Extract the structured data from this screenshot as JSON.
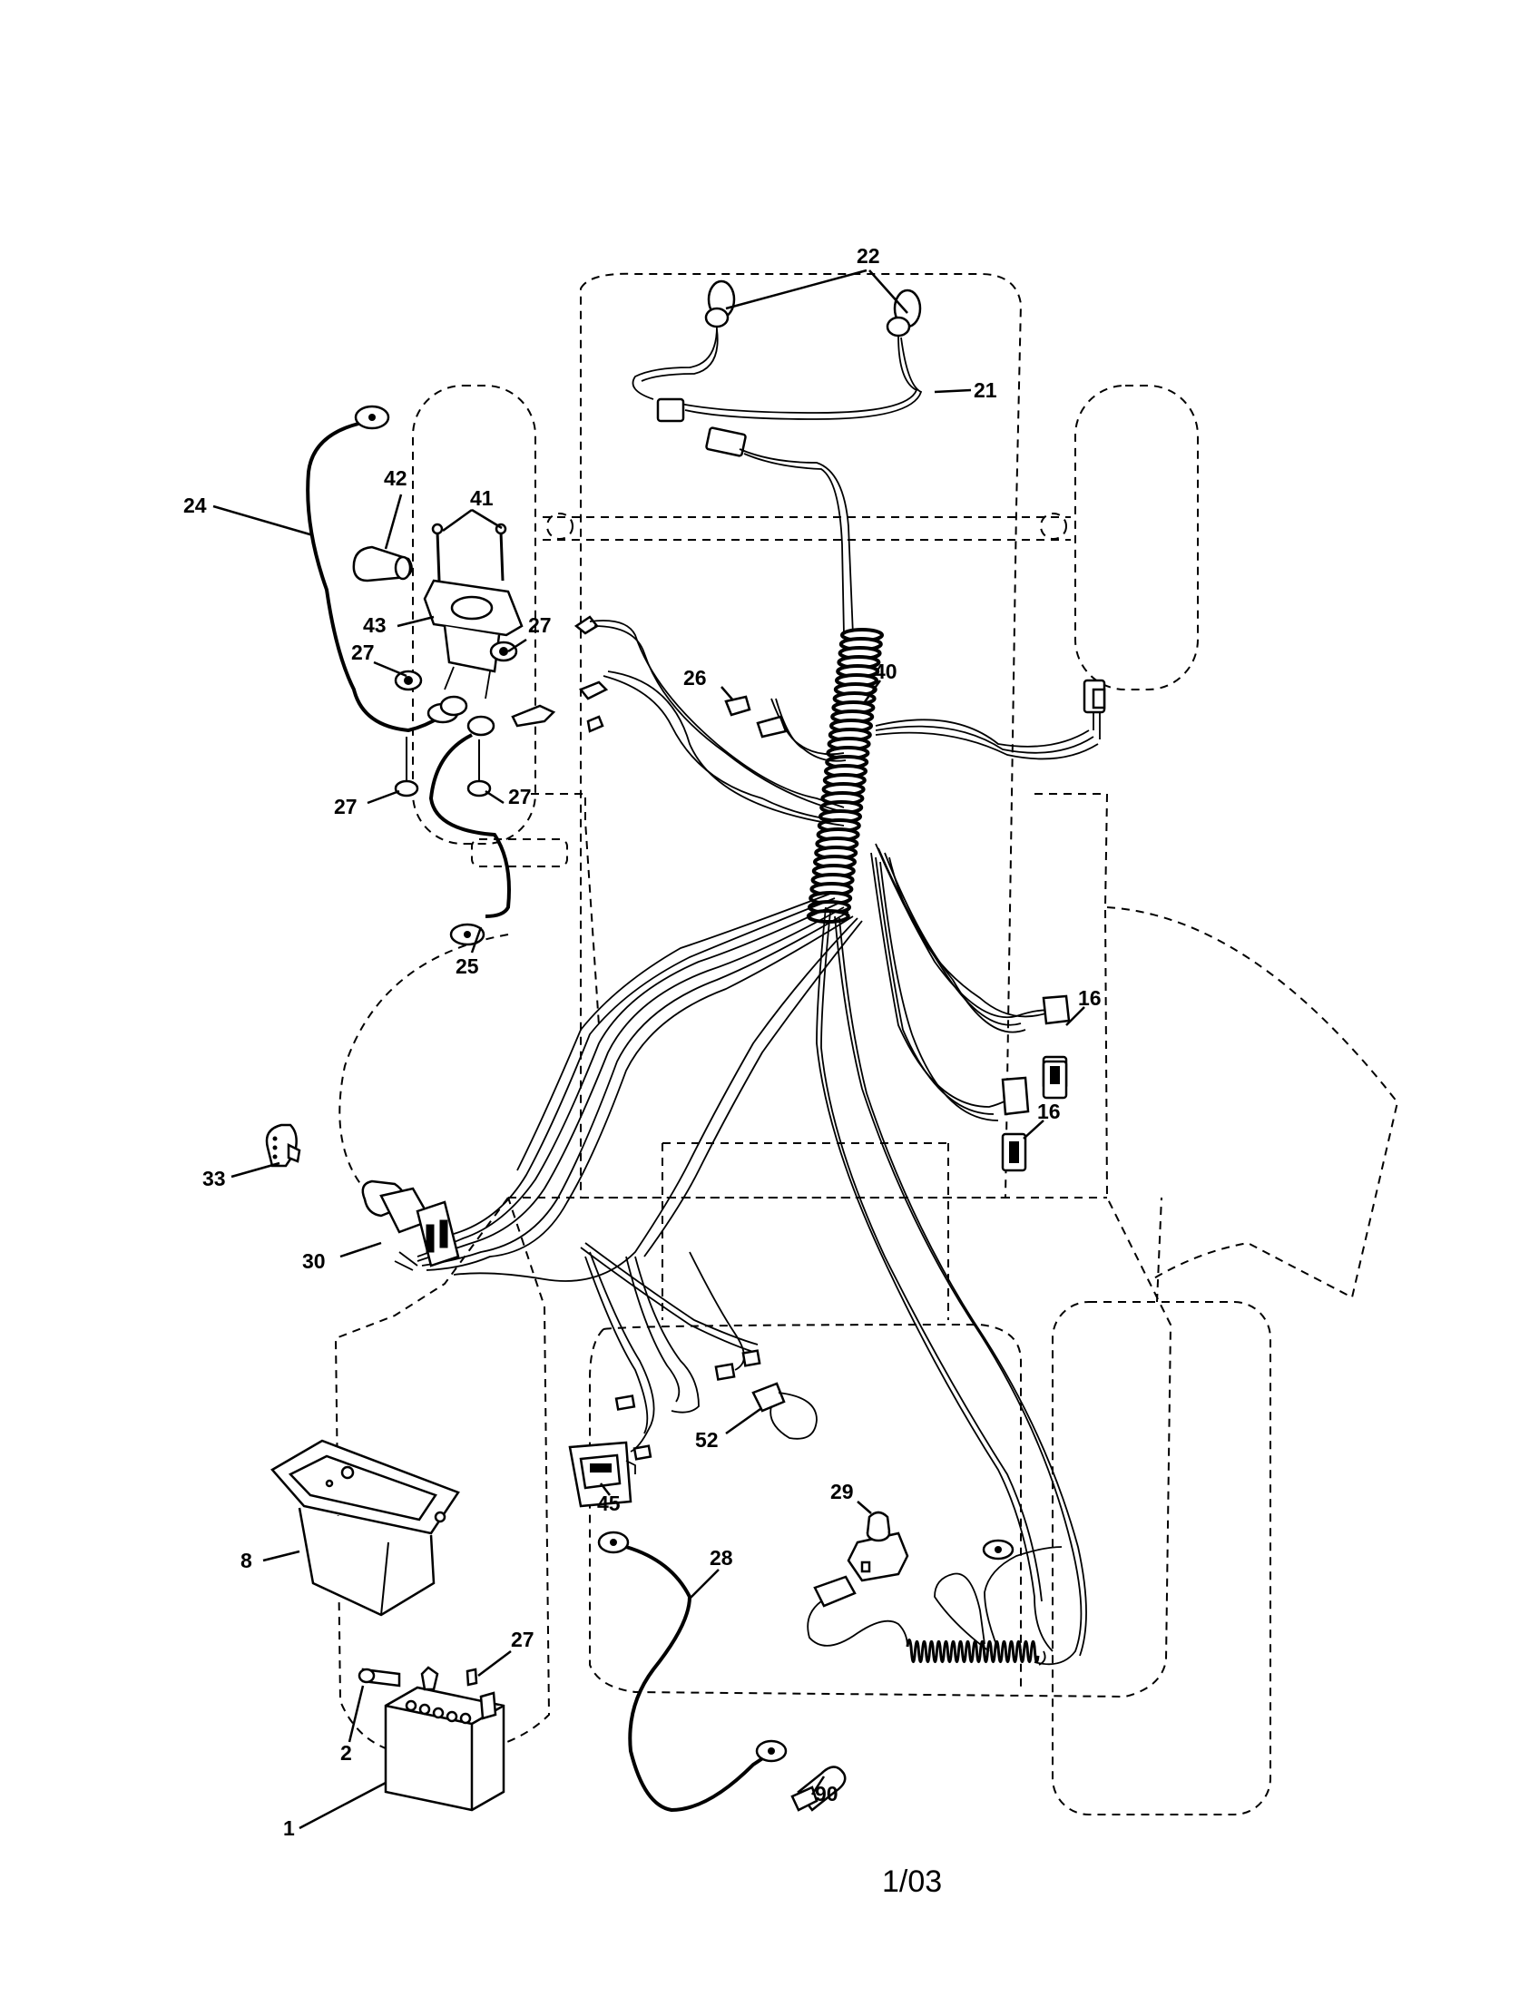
{
  "callouts": {
    "c22": "22",
    "c21": "21",
    "c42": "42",
    "c41": "41",
    "c24": "24",
    "c43": "43",
    "c27a": "27",
    "c27b": "27",
    "c27c": "27",
    "c27d": "27",
    "c27e": "27",
    "c26": "26",
    "c40": "40",
    "c25": "25",
    "c16a": "16",
    "c16b": "16",
    "c33": "33",
    "c30": "30",
    "c52": "52",
    "c45": "45",
    "c29": "29",
    "c28": "28",
    "c8": "8",
    "c2": "2",
    "c1": "1",
    "c90": "90"
  },
  "footer": {
    "date_code": "1/03"
  }
}
